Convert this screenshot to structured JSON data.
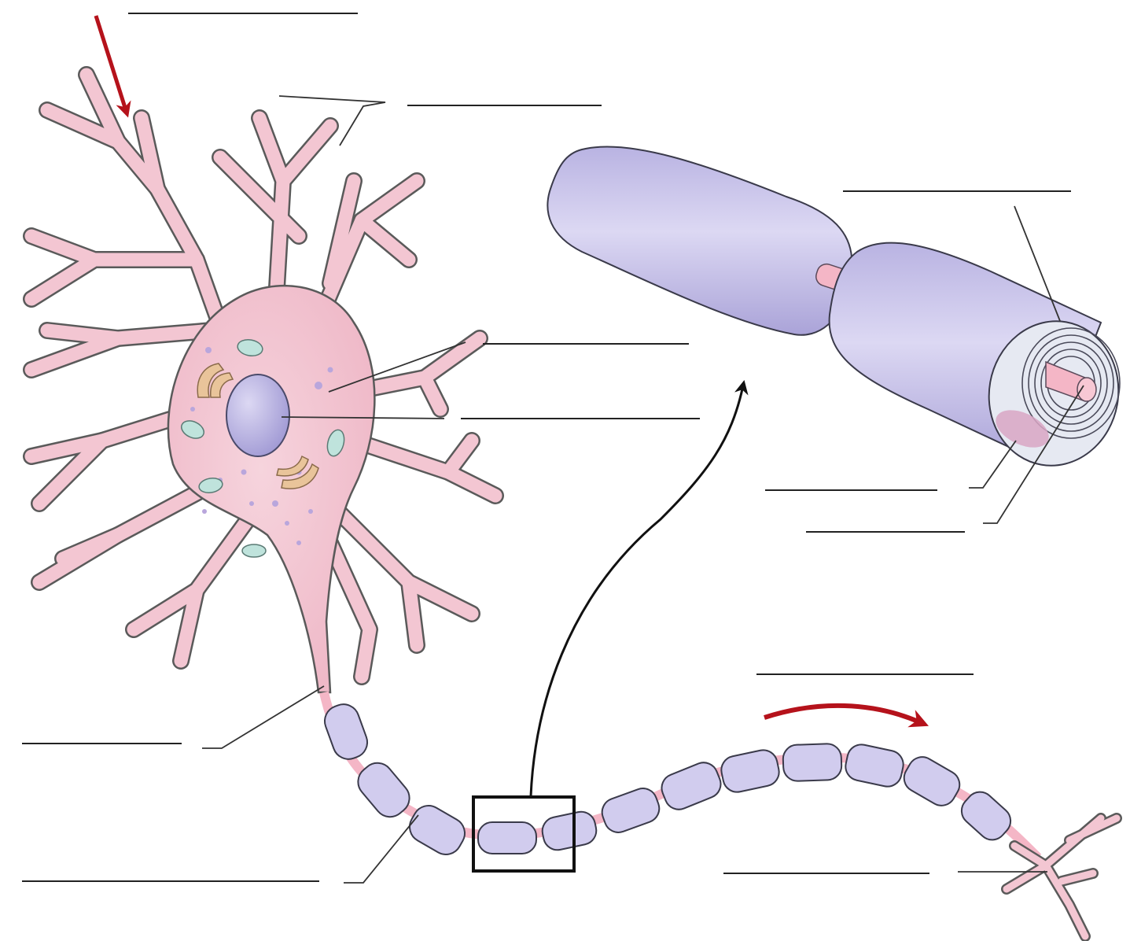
{
  "diagram": {
    "type": "neuron-labeling-worksheet",
    "labels_visible": false,
    "label_blanks": [
      {
        "id": "signal-input",
        "text": ""
      },
      {
        "id": "dendrites",
        "text": ""
      },
      {
        "id": "myelin-layers",
        "text": ""
      },
      {
        "id": "cell-body",
        "text": ""
      },
      {
        "id": "nucleus",
        "text": ""
      },
      {
        "id": "schwann-cell-nucleus",
        "text": ""
      },
      {
        "id": "axon",
        "text": ""
      },
      {
        "id": "signal-direction",
        "text": ""
      },
      {
        "id": "axon-hillock",
        "text": ""
      },
      {
        "id": "myelin-sheath",
        "text": ""
      },
      {
        "id": "axon-terminals",
        "text": ""
      }
    ],
    "colors": {
      "cell_body": "#f3c6d2",
      "cell_outline": "#5a5a5a",
      "myelin": "#c9c4ea",
      "myelin_outline": "#3a3a4a",
      "nucleus": "#a9a2d8",
      "organelle_mito": "#bfe3dc",
      "organelle_golgi": "#e9c49a",
      "arrow_red": "#b5121b",
      "arrow_black": "#111111",
      "axon_core": "#f4b6c6"
    }
  }
}
